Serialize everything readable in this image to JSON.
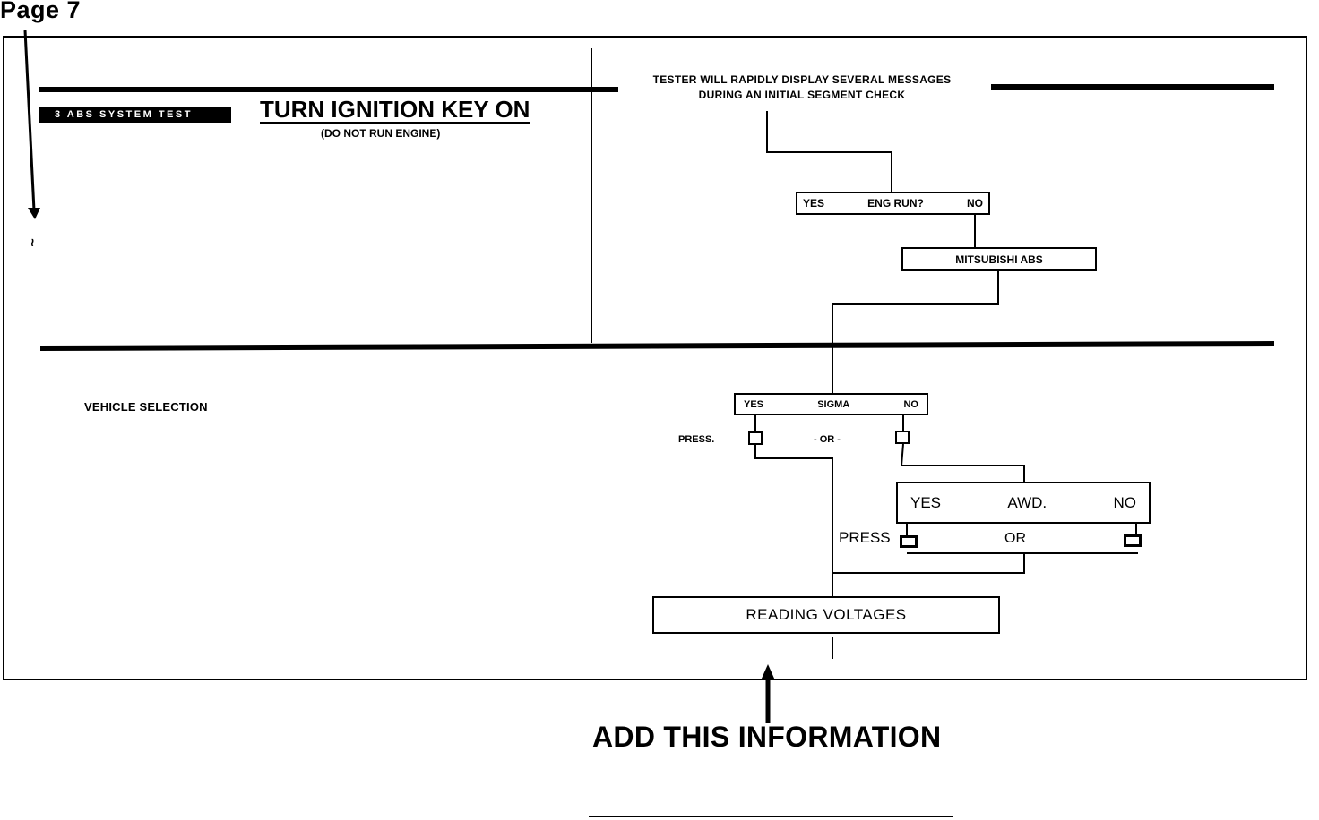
{
  "page": {
    "label": "Page 7"
  },
  "header": {
    "badge": "3  ABS SYSTEM TEST",
    "title": "TURN IGNITION KEY ON",
    "subtitle": "(DO NOT RUN ENGINE)",
    "margin_mark": "~"
  },
  "note": {
    "line1": "TESTER WILL RAPIDLY DISPLAY SEVERAL MESSAGES",
    "line2": "DURING AN INITIAL SEGMENT CHECK"
  },
  "flow": {
    "eng_run": {
      "yes": "YES",
      "label": "ENG RUN?",
      "no": "NO"
    },
    "mitsubishi": {
      "label": "MITSUBISHI  ABS"
    },
    "sigma": {
      "yes": "YES",
      "label": "SIGMA",
      "no": "NO",
      "press": "PRESS.",
      "or": "- OR -"
    },
    "awd": {
      "yes": "YES",
      "label": "AWD.",
      "no": "NO",
      "press": "PRESS",
      "or": "OR"
    },
    "reading": {
      "label": "READING VOLTAGES"
    }
  },
  "left": {
    "vehicle_selection": "VEHICLE SELECTION"
  },
  "callout": {
    "text": "ADD THIS INFORMATION"
  }
}
